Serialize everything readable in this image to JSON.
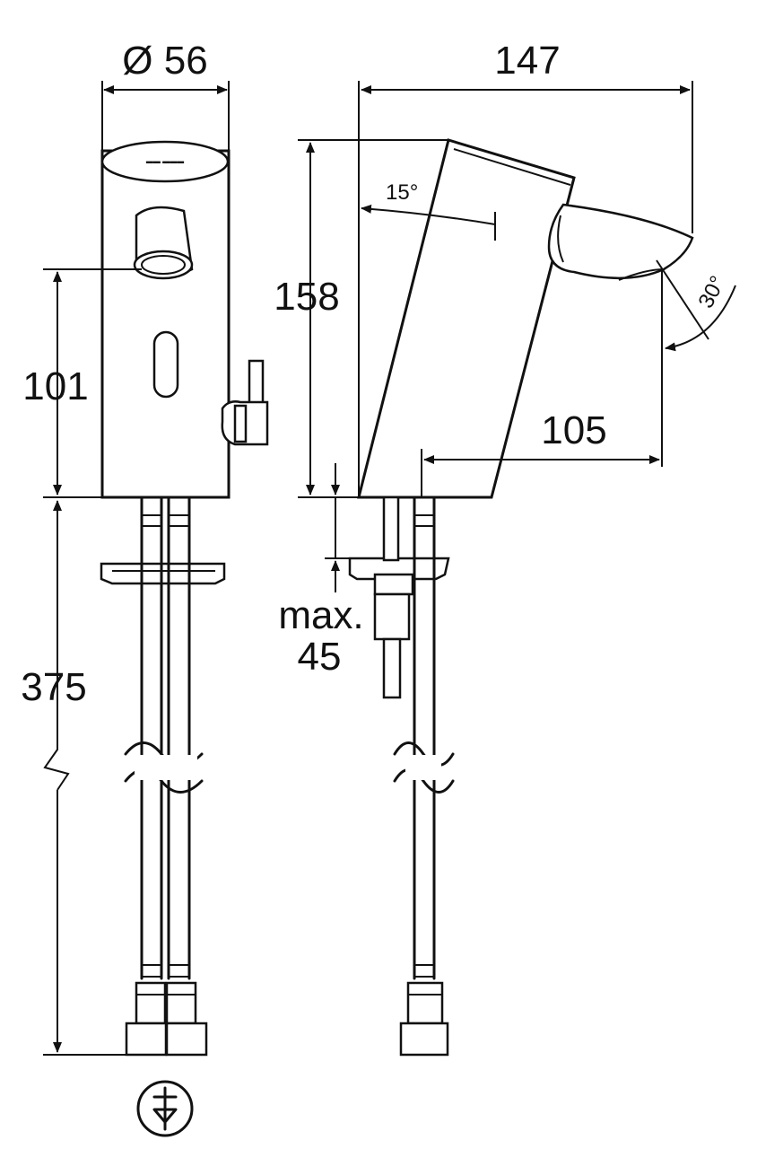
{
  "dimensions": {
    "diameter": "Ø 56",
    "overall_reach": "147",
    "height": "158",
    "outlet_height": "101",
    "hose_length": "375",
    "spout_projection": "105",
    "max_label": "max.",
    "max_value": "45",
    "tilt_angle": "15°",
    "spray_angle": "30°"
  },
  "symbols": {
    "connection_symbol": "flow-direction-symbol"
  }
}
